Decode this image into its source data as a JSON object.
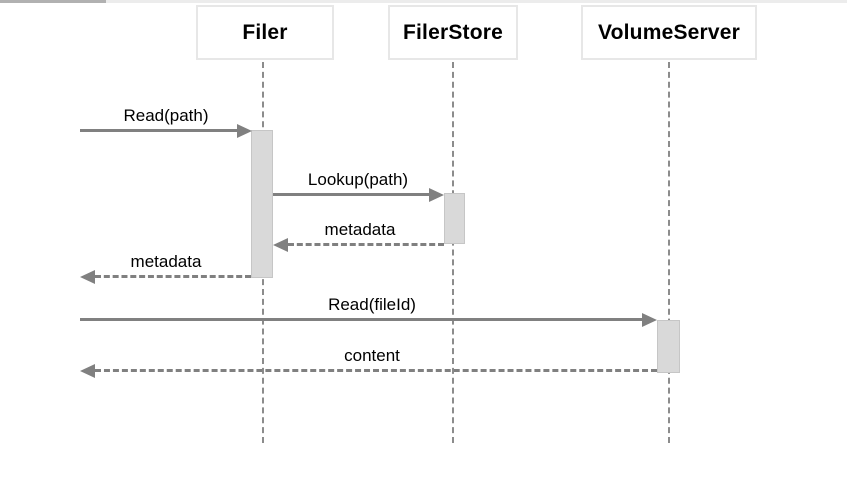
{
  "top_bar": {
    "track_color": "#ececec",
    "thumb_color": "#b1b1b1"
  },
  "diagram": {
    "type": "sequence",
    "participants": [
      {
        "name": "Filer"
      },
      {
        "name": "FilerStore"
      },
      {
        "name": "VolumeServer"
      }
    ],
    "messages": [
      {
        "from": "caller",
        "to": "Filer",
        "label": "Read(path)",
        "style": "solid",
        "direction": "right"
      },
      {
        "from": "Filer",
        "to": "FilerStore",
        "label": "Lookup(path)",
        "style": "solid",
        "direction": "right"
      },
      {
        "from": "FilerStore",
        "to": "Filer",
        "label": "metadata",
        "style": "dashed",
        "direction": "left"
      },
      {
        "from": "Filer",
        "to": "caller",
        "label": "metadata",
        "style": "dashed",
        "direction": "left"
      },
      {
        "from": "caller",
        "to": "VolumeServer",
        "label": "Read(fileId)",
        "style": "solid",
        "direction": "right"
      },
      {
        "from": "VolumeServer",
        "to": "caller",
        "label": "content",
        "style": "dashed",
        "direction": "left"
      }
    ],
    "colors": {
      "message_line": "#808080",
      "lifeline": "#8c8c8c",
      "activation_fill": "#d9d9d9",
      "activation_border": "#c6c6c6",
      "participant_box_border": "#e7e7e7",
      "text": "#000000",
      "background": "#ffffff"
    }
  }
}
